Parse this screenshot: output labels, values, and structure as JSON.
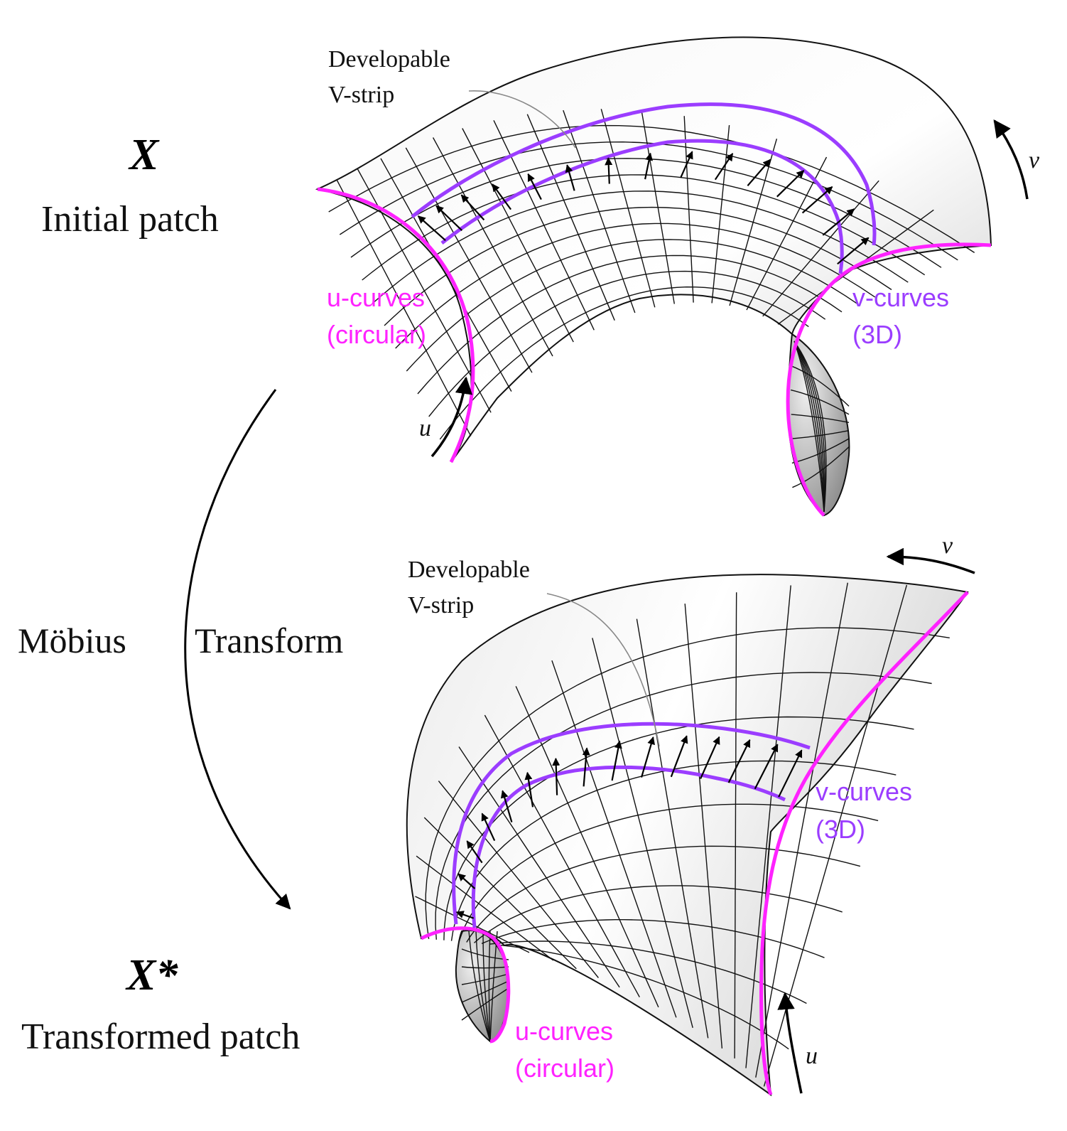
{
  "colors": {
    "u_curve": "#ff22ff",
    "v_curve": "#9b3dff",
    "grid": "#111111",
    "surface_light": "#fafafa",
    "surface_dark": "#9a9a9a"
  },
  "top": {
    "symbol": "X",
    "caption": "Initial patch",
    "strip_label_line1": "Developable",
    "strip_label_line2": "V-strip",
    "u_label_line1": "u-curves",
    "u_label_line2": "(circular)",
    "v_label_line1": "v-curves",
    "v_label_line2": "(3D)",
    "u_axis": "u",
    "v_axis": "v"
  },
  "transform": {
    "word1": "Möbius",
    "word2": "Transform"
  },
  "bottom": {
    "symbol": "X*",
    "caption": "Transformed patch",
    "strip_label_line1": "Developable",
    "strip_label_line2": "V-strip",
    "u_label_line1": "u-curves",
    "u_label_line2": "(circular)",
    "v_label_line1": "v-curves",
    "v_label_line2": "(3D)",
    "u_axis": "u",
    "v_axis": "v"
  }
}
